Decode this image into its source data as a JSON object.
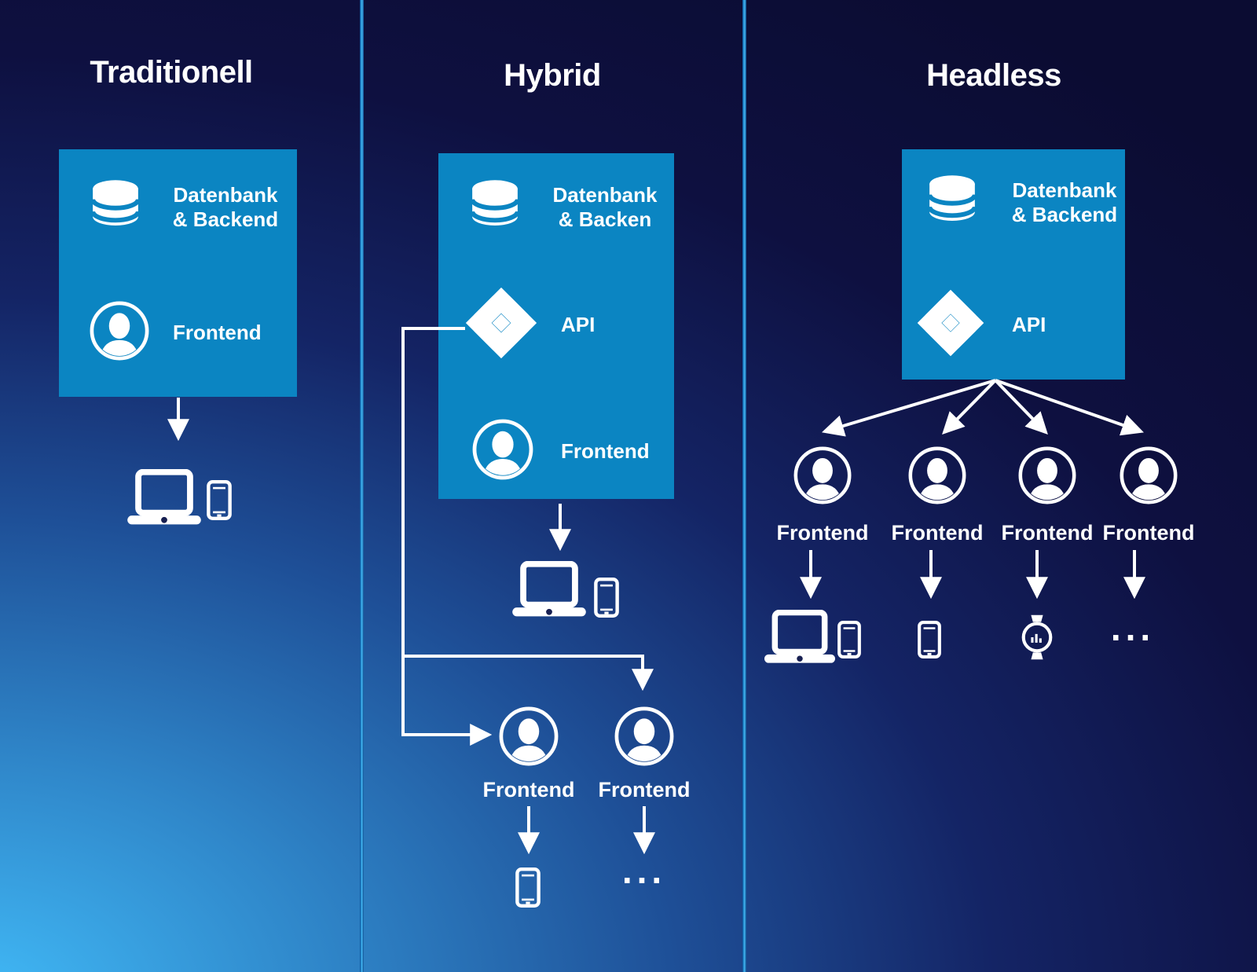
{
  "colors": {
    "panel_blue": "#0b85c2",
    "divider_blue": "#2e9fe2",
    "background_dark": "#0b0c32",
    "background_light": "#41baf7",
    "text": "#ffffff"
  },
  "ellipsis": "...",
  "columns": [
    {
      "title": "Traditionell",
      "panel": {
        "rows": [
          {
            "icon": "database-icon",
            "lines": [
              "Datenbank",
              "& Backend"
            ]
          },
          {
            "icon": "user-icon",
            "lines": [
              "Frontend"
            ]
          }
        ]
      },
      "devices": [
        "laptop-icon",
        "smartphone-icon"
      ]
    },
    {
      "title": "Hybrid",
      "panel": {
        "rows": [
          {
            "icon": "database-icon",
            "lines": [
              "Datenbank",
              "& Backen"
            ]
          },
          {
            "icon": "api-icon",
            "lines": [
              "API"
            ]
          },
          {
            "icon": "user-icon",
            "lines": [
              "Frontend"
            ]
          }
        ]
      },
      "devices": [
        "laptop-icon",
        "smartphone-icon"
      ],
      "external_frontends": [
        {
          "label": "Frontend",
          "devices": [
            "smartphone-icon"
          ]
        },
        {
          "label": "Frontend",
          "devices": [
            "ellipsis"
          ]
        }
      ]
    },
    {
      "title": "Headless",
      "panel": {
        "rows": [
          {
            "icon": "database-icon",
            "lines": [
              "Datenbank",
              "& Backend"
            ]
          },
          {
            "icon": "api-icon",
            "lines": [
              "API"
            ]
          }
        ]
      },
      "external_frontends": [
        {
          "label": "Frontend",
          "devices": [
            "laptop-icon",
            "smartphone-icon"
          ]
        },
        {
          "label": "Frontend",
          "devices": [
            "smartphone-icon"
          ]
        },
        {
          "label": "Frontend",
          "devices": [
            "smartwatch-icon"
          ]
        },
        {
          "label": "Frontend",
          "devices": [
            "ellipsis"
          ]
        }
      ]
    }
  ]
}
